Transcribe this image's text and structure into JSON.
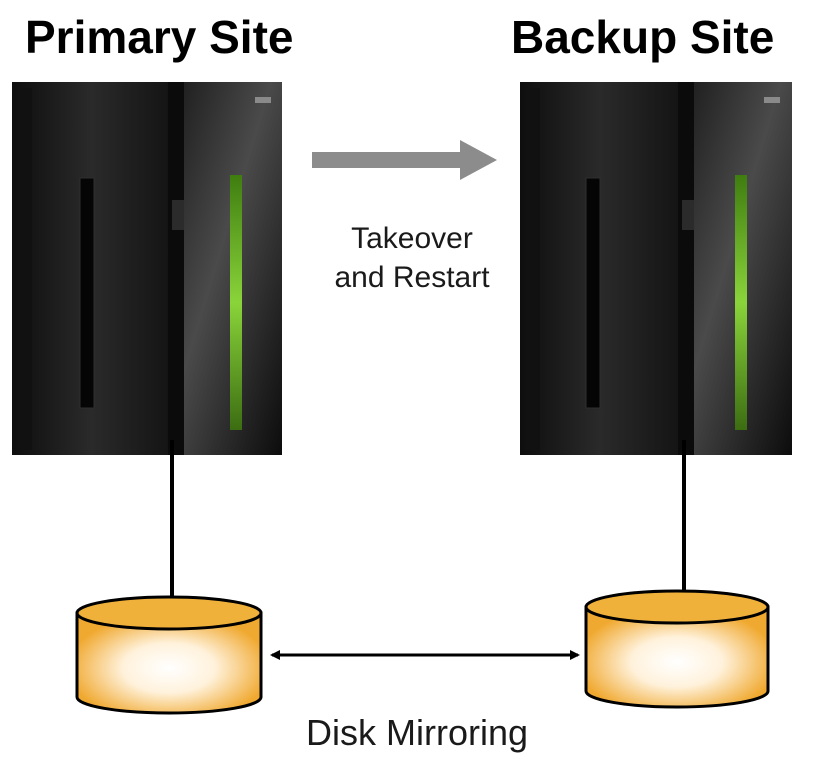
{
  "sites": {
    "primary": {
      "title": "Primary Site"
    },
    "backup": {
      "title": "Backup Site"
    }
  },
  "takeover": {
    "line1": "Takeover",
    "line2": "and Restart"
  },
  "mirroring": {
    "label": "Disk Mirroring"
  },
  "colors": {
    "server_body": "#1c1c1c",
    "server_accent_green": "#6fbf2a",
    "disk_fill": "#f0b13a",
    "disk_highlight": "#fff4e0",
    "arrow_gray": "#8c8c8c",
    "connector": "#000000"
  }
}
